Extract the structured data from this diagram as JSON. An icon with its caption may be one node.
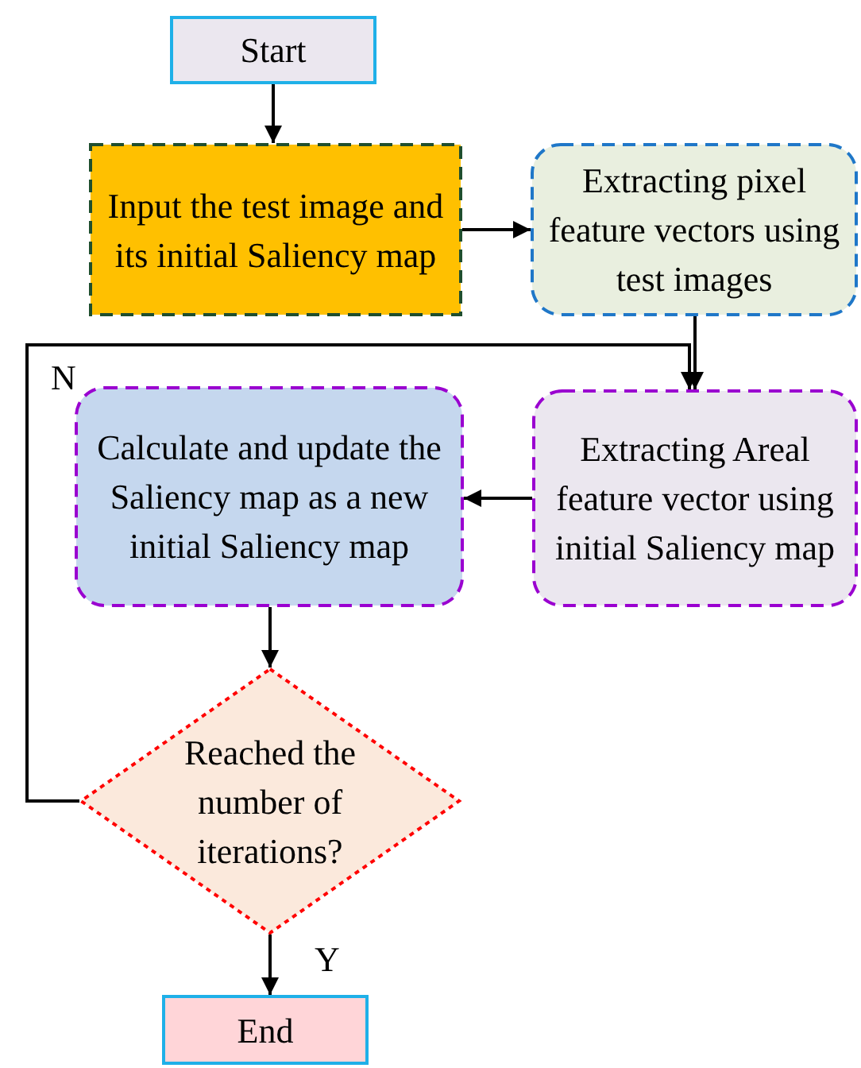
{
  "diagram": {
    "nodes": [
      {
        "text": [
          "Start"
        ]
      },
      {
        "text": [
          "Input the test image and its initial Saliency map"
        ]
      },
      {
        "text": [
          "Extracting pixel feature vectors using test images"
        ]
      },
      {
        "text": [
          "Extracting Areal feature vector using initial Saliency map"
        ]
      },
      {
        "text": [
          "Calculate and update the Saliency map as a new initial Saliency map"
        ]
      },
      {
        "text": [
          "Reached the number of iterations?"
        ]
      },
      {
        "text": [
          "End"
        ]
      }
    ],
    "edges": [
      {
        "from": 0,
        "to": 1,
        "arrow": "to"
      },
      {
        "from": 1,
        "to": 2,
        "arrow": "to"
      },
      {
        "from": 2,
        "to": 3,
        "arrow": "to"
      },
      {
        "from": 3,
        "to": 4,
        "arrow": "to"
      },
      {
        "from": 4,
        "to": 5,
        "arrow": "to"
      },
      {
        "from": 5,
        "to": 6,
        "label": "Y",
        "arrow": "to"
      },
      {
        "from": 5,
        "to": 3,
        "label": "N",
        "arrow": "to"
      }
    ]
  }
}
